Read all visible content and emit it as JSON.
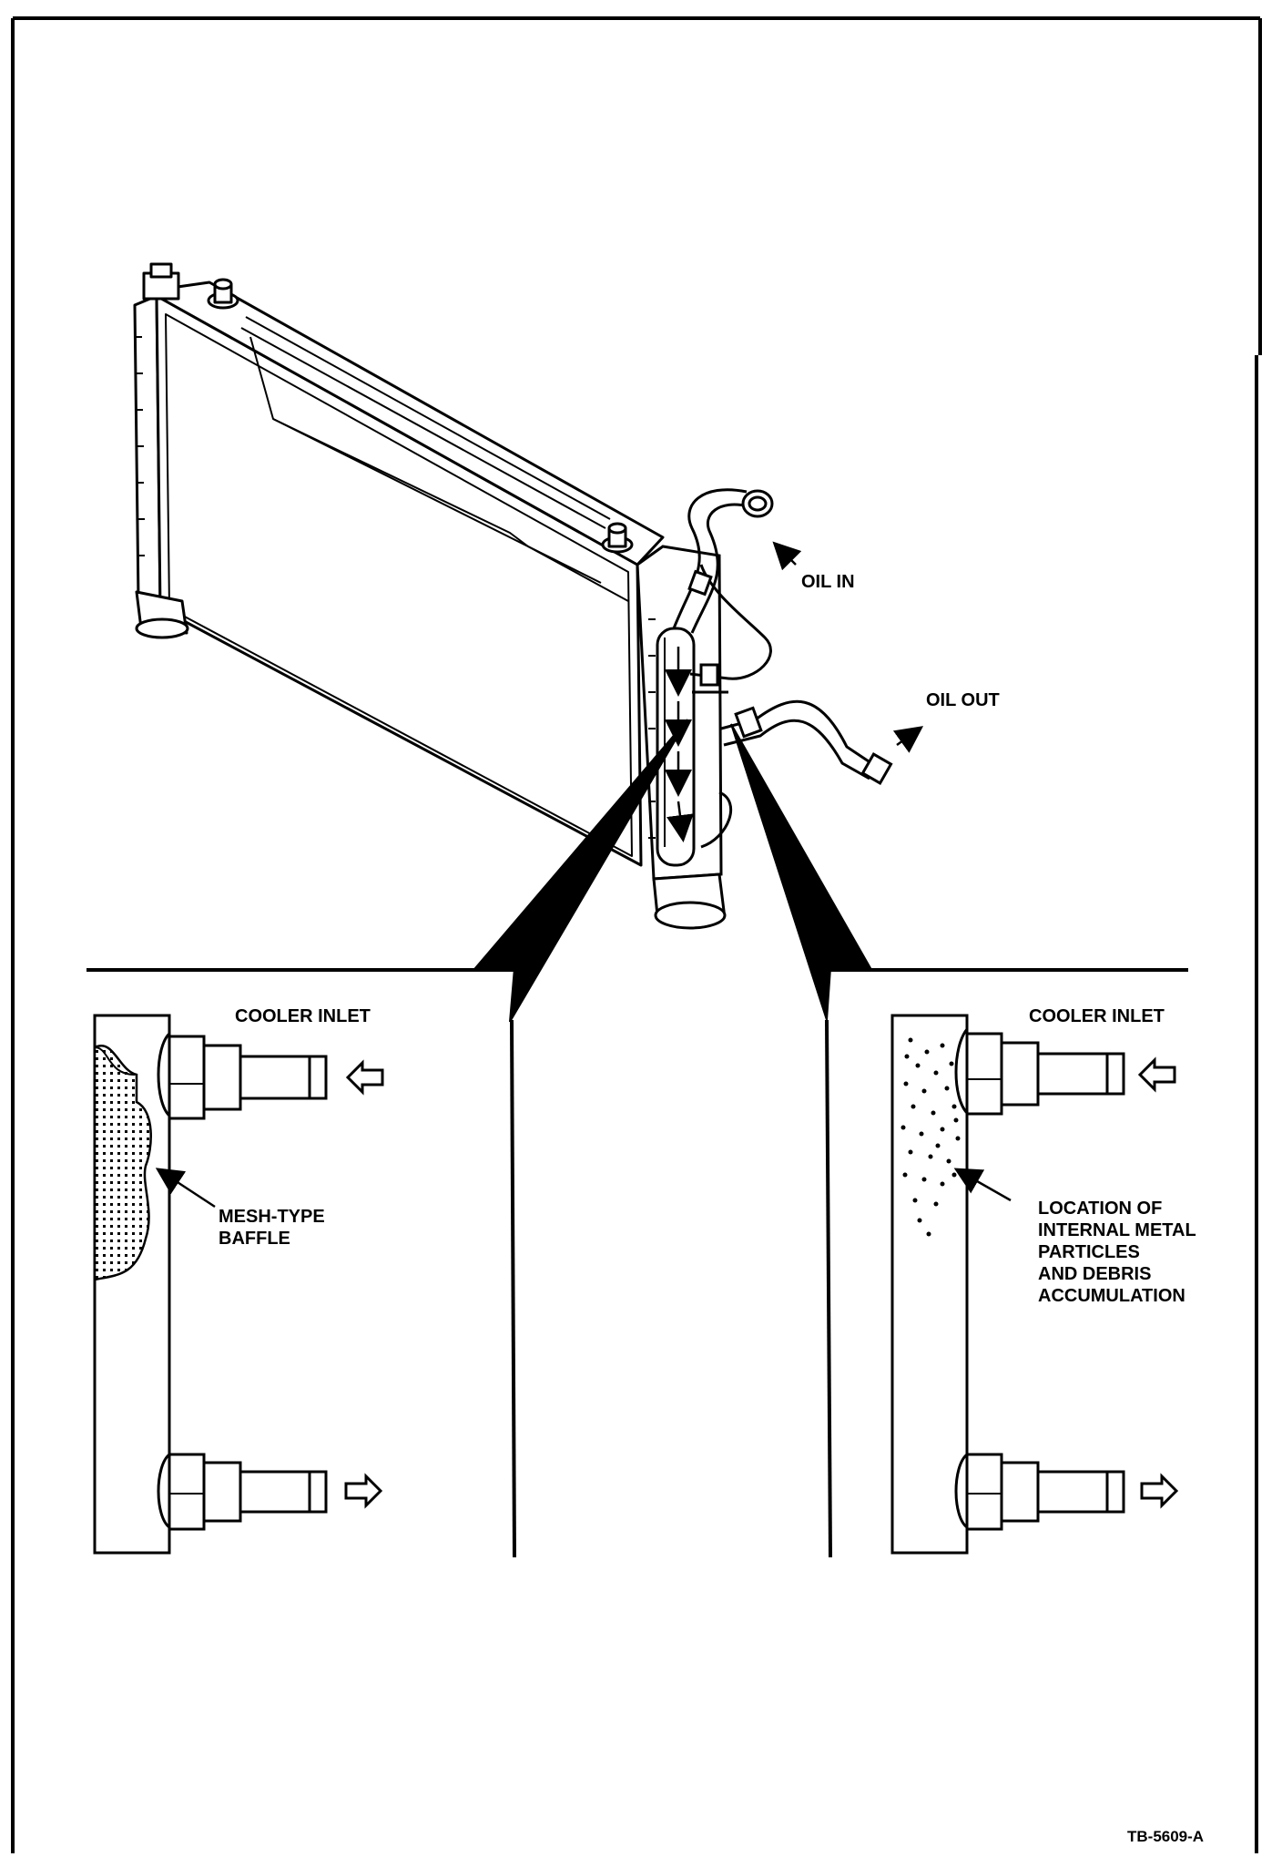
{
  "labels": {
    "oil_in": "OIL IN",
    "oil_out": "OIL OUT",
    "left_cooler_inlet": "COOLER INLET",
    "right_cooler_inlet": "COOLER INLET",
    "mesh_line1": "MESH-TYPE",
    "mesh_line2": "BAFFLE",
    "loc_line1": "LOCATION OF",
    "loc_line2": "INTERNAL METAL",
    "loc_line3": "PARTICLES",
    "loc_line4": "AND DEBRIS",
    "loc_line5": "ACCUMULATION",
    "figure_id": "TB-5609-A"
  },
  "colors": {
    "ink": "#000000",
    "paper": "#ffffff"
  }
}
